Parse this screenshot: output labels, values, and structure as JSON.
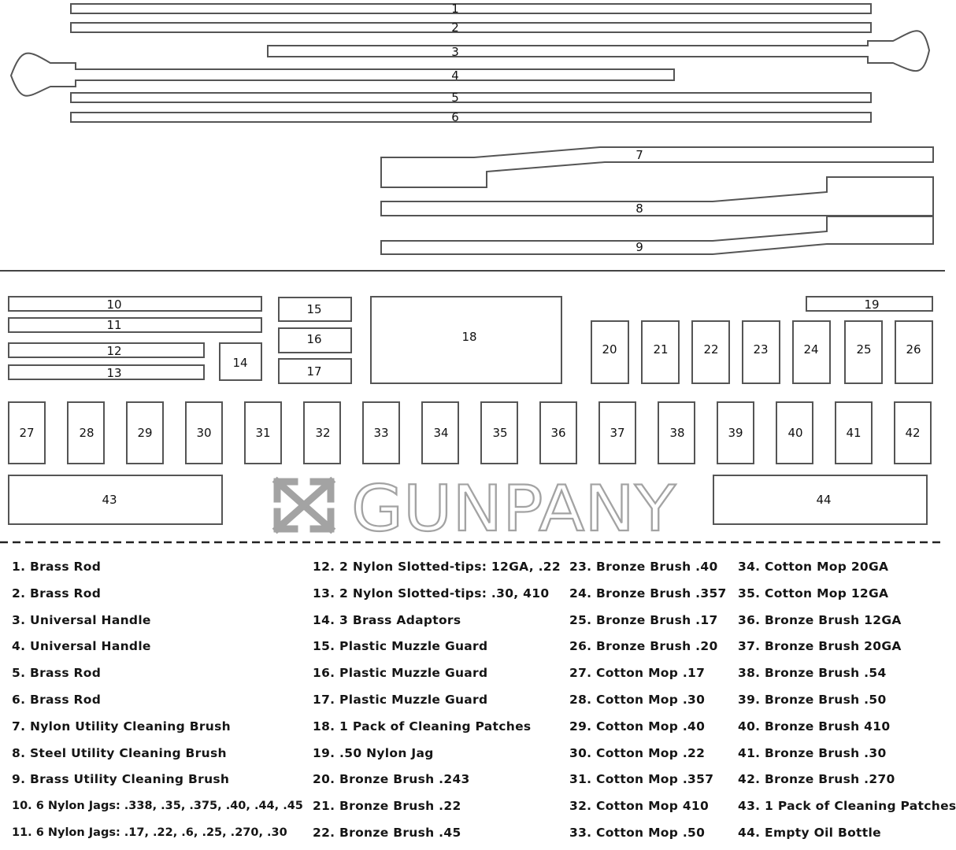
{
  "brand": "GUNPANY",
  "parts": [
    {
      "num": "1"
    },
    {
      "num": "2"
    },
    {
      "num": "3"
    },
    {
      "num": "4"
    },
    {
      "num": "5"
    },
    {
      "num": "6"
    },
    {
      "num": "7"
    },
    {
      "num": "8"
    },
    {
      "num": "9"
    },
    {
      "num": "10"
    },
    {
      "num": "11"
    },
    {
      "num": "12"
    },
    {
      "num": "13"
    },
    {
      "num": "14"
    },
    {
      "num": "15"
    },
    {
      "num": "16"
    },
    {
      "num": "17"
    },
    {
      "num": "18"
    },
    {
      "num": "19"
    },
    {
      "num": "20"
    },
    {
      "num": "21"
    },
    {
      "num": "22"
    },
    {
      "num": "23"
    },
    {
      "num": "24"
    },
    {
      "num": "25"
    },
    {
      "num": "26"
    },
    {
      "num": "27"
    },
    {
      "num": "28"
    },
    {
      "num": "29"
    },
    {
      "num": "30"
    },
    {
      "num": "31"
    },
    {
      "num": "32"
    },
    {
      "num": "33"
    },
    {
      "num": "34"
    },
    {
      "num": "35"
    },
    {
      "num": "36"
    },
    {
      "num": "37"
    },
    {
      "num": "38"
    },
    {
      "num": "39"
    },
    {
      "num": "40"
    },
    {
      "num": "41"
    },
    {
      "num": "42"
    },
    {
      "num": "43"
    },
    {
      "num": "44"
    }
  ],
  "legend": [
    [
      "1. Brass Rod",
      "2. Brass Rod",
      "3. Universal Handle",
      "4. Universal Handle",
      "5. Brass Rod",
      "6. Brass Rod",
      "7. Nylon Utility Cleaning Brush",
      "8. Steel Utility Cleaning Brush",
      "9. Brass Utility Cleaning Brush",
      "10. 6 Nylon Jags: .338, .35, .375, .40, .44, .45",
      "11. 6 Nylon Jags: .17, .22, .6, .25, .270, .30"
    ],
    [
      "12. 2 Nylon Slotted-tips: 12GA, .22",
      "13. 2 Nylon Slotted-tips: .30, 410",
      "14. 3 Brass Adaptors",
      "15. Plastic Muzzle Guard",
      "16. Plastic Muzzle Guard",
      "17. Plastic Muzzle Guard",
      "18. 1 Pack of Cleaning Patches",
      "19. .50 Nylon Jag",
      "20. Bronze Brush .243",
      "21. Bronze Brush .22",
      "22. Bronze Brush .45"
    ],
    [
      "23. Bronze Brush .40",
      "24. Bronze Brush .357",
      "25. Bronze Brush .17",
      "26. Bronze Brush .20",
      "27. Cotton Mop .17",
      "28. Cotton Mop .30",
      "29. Cotton Mop .40",
      "30. Cotton Mop .22",
      "31. Cotton Mop .357",
      "32. Cotton Mop 410",
      "33. Cotton Mop .50"
    ],
    [
      "34. Cotton Mop 20GA",
      "35. Cotton Mop 12GA",
      "36. Bronze Brush 12GA",
      "37. Bronze Brush 20GA",
      "38. Bronze Brush .54",
      "39. Bronze Brush .50",
      "40. Bronze Brush 410",
      "41. Bronze Brush .30",
      "42. Bronze Brush .270",
      "43. 1 Pack of Cleaning Patches",
      "44. Empty Oil Bottle"
    ]
  ]
}
